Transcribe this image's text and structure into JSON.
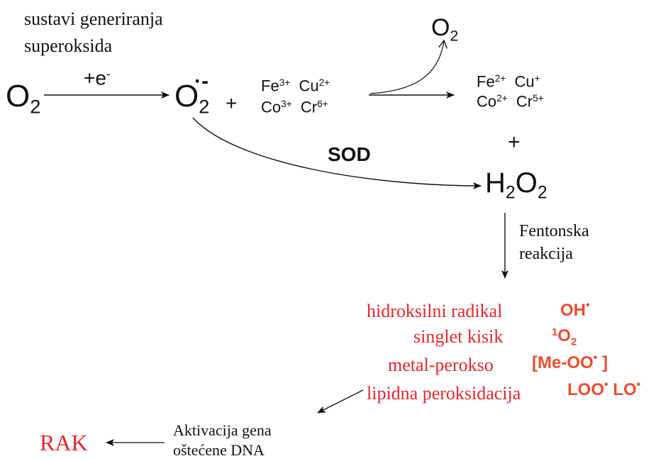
{
  "labels": {
    "sources_line1": "sustavi generiranja",
    "sources_line2": "superoksida",
    "electron": "+e",
    "electron_sup": "-",
    "o2": "O",
    "o2_sub": "2",
    "superoxide": "O",
    "superoxide_sub": "2",
    "superoxide_sup": "·-",
    "plus1": "+",
    "metals_ox_row1": [
      "Fe",
      "3+",
      "Cu",
      "2+"
    ],
    "metals_ox_row2": [
      "Co",
      "3+",
      "Cr",
      "6+"
    ],
    "o2_top": "O",
    "o2_top_sub": "2",
    "metals_red_row1": [
      "Fe",
      "2+",
      "Cu",
      "+"
    ],
    "metals_red_row2": [
      "Co",
      "2+",
      "Cr",
      "5+"
    ],
    "plus2": "+",
    "sod": "SOD",
    "h2o2_h": "H",
    "h2o2_sub1": "2",
    "h2o2_o": "O",
    "h2o2_sub2": "2",
    "fenton_line1": "Fentonska",
    "fenton_line2": "reakcija",
    "rad1": "hidroksilni radikal",
    "rad1_sym": "OH",
    "rad1_dot": "•",
    "rad2": "singlet kisik",
    "rad2_sup": "1",
    "rad2_sym": "O",
    "rad2_sub": "2",
    "rad3": "metal-perokso",
    "rad3_sym": "[Me-OO",
    "rad3_dot": "•",
    "rad3_end": "]",
    "rad4": "lipidna peroksidacija",
    "rad4_sym1": "LOO",
    "rad4_dot1": "•",
    "rad4_sym2": "LO",
    "rad4_dot2": "•",
    "gene_line1": "Aktivacija gena",
    "gene_line2": "oštećene DNA",
    "cancer": "RAK"
  },
  "colors": {
    "text": "#111111",
    "red_text": "#e8252b",
    "radical_symbol": "#ef4b2b",
    "arrow": "#111111"
  }
}
